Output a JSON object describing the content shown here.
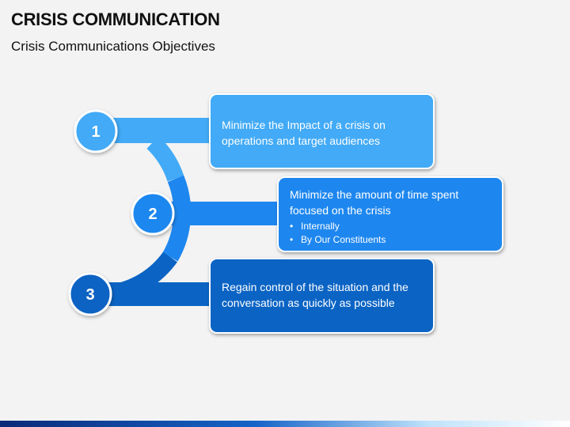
{
  "title": "CRISIS COMMUNICATION",
  "subtitle": "Crisis Communications Objectives",
  "colors": {
    "step1": "#42aaf6",
    "step2": "#1e87ef",
    "step3": "#0b64c4",
    "background": "#f3f3f3"
  },
  "steps": [
    {
      "number": "1",
      "text": "Minimize the Impact of a crisis on operations and target audiences",
      "bullets": []
    },
    {
      "number": "2",
      "text": "Minimize the amount of time spent focused on the crisis",
      "bullets": [
        "Internally",
        "By Our Constituents"
      ]
    },
    {
      "number": "3",
      "text": "Regain control of the situation and the conversation as quickly as possible",
      "bullets": []
    }
  ]
}
